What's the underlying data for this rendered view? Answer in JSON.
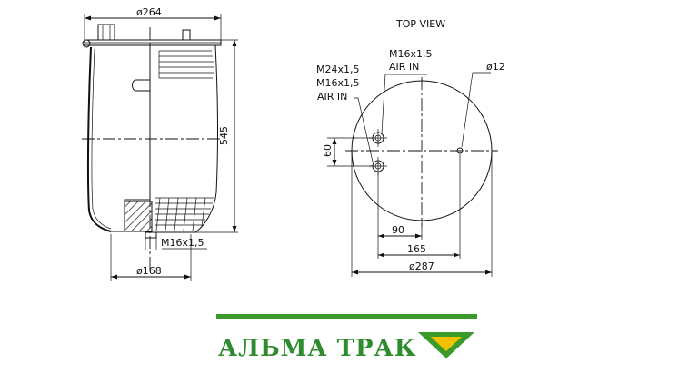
{
  "side_view": {
    "top_diameter": "ø264",
    "height": "545",
    "bottom_thread": "M16x1,5",
    "bottom_diameter": "ø168"
  },
  "top_view": {
    "title": "TOP VIEW",
    "label_m16_air_top": "M16x1,5",
    "label_air_in_top": "AIR IN",
    "label_m24": "M24x1,5",
    "label_m16_left": "M16x1,5",
    "label_air_in_left": "AIR IN",
    "label_d12": "ø12",
    "dim_60": "60",
    "dim_90": "90",
    "dim_165": "165",
    "dim_287": "ø287"
  },
  "logo": {
    "text": "АЛЬМА ТРАК",
    "text_color": "#2e8b2e",
    "bar_color": "#3a9a2a",
    "chevron_outer": "#3a9a2a",
    "chevron_inner": "#f2c200"
  }
}
